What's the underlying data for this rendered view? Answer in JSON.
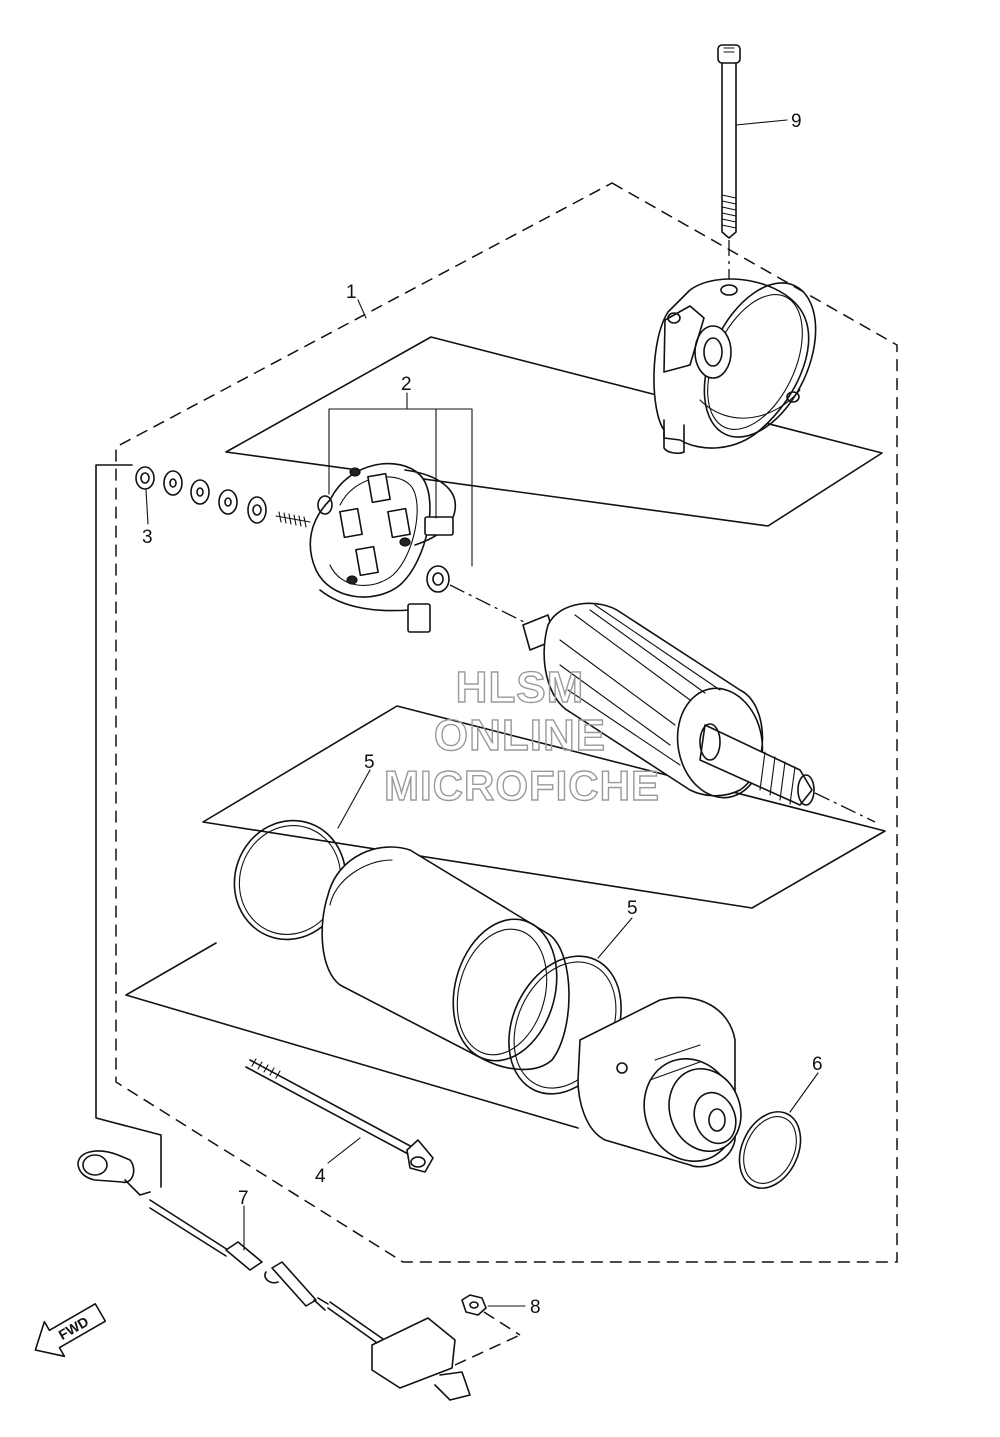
{
  "callouts": {
    "c1": "1",
    "c2": "2",
    "c3": "3",
    "c4": "4",
    "c5a": "5",
    "c5b": "5",
    "c6": "6",
    "c7": "7",
    "c8": "8",
    "c9": "9"
  },
  "watermark": {
    "line1": "HLSM",
    "line2": "ONLINE",
    "line3": "MICROFICHE"
  },
  "direction_arrow": {
    "label": "FWD",
    "icon": "fwd-arrow-icon"
  },
  "colors": {
    "line": "#111111",
    "watermark": "#9a9a9a",
    "background": "#ffffff"
  }
}
